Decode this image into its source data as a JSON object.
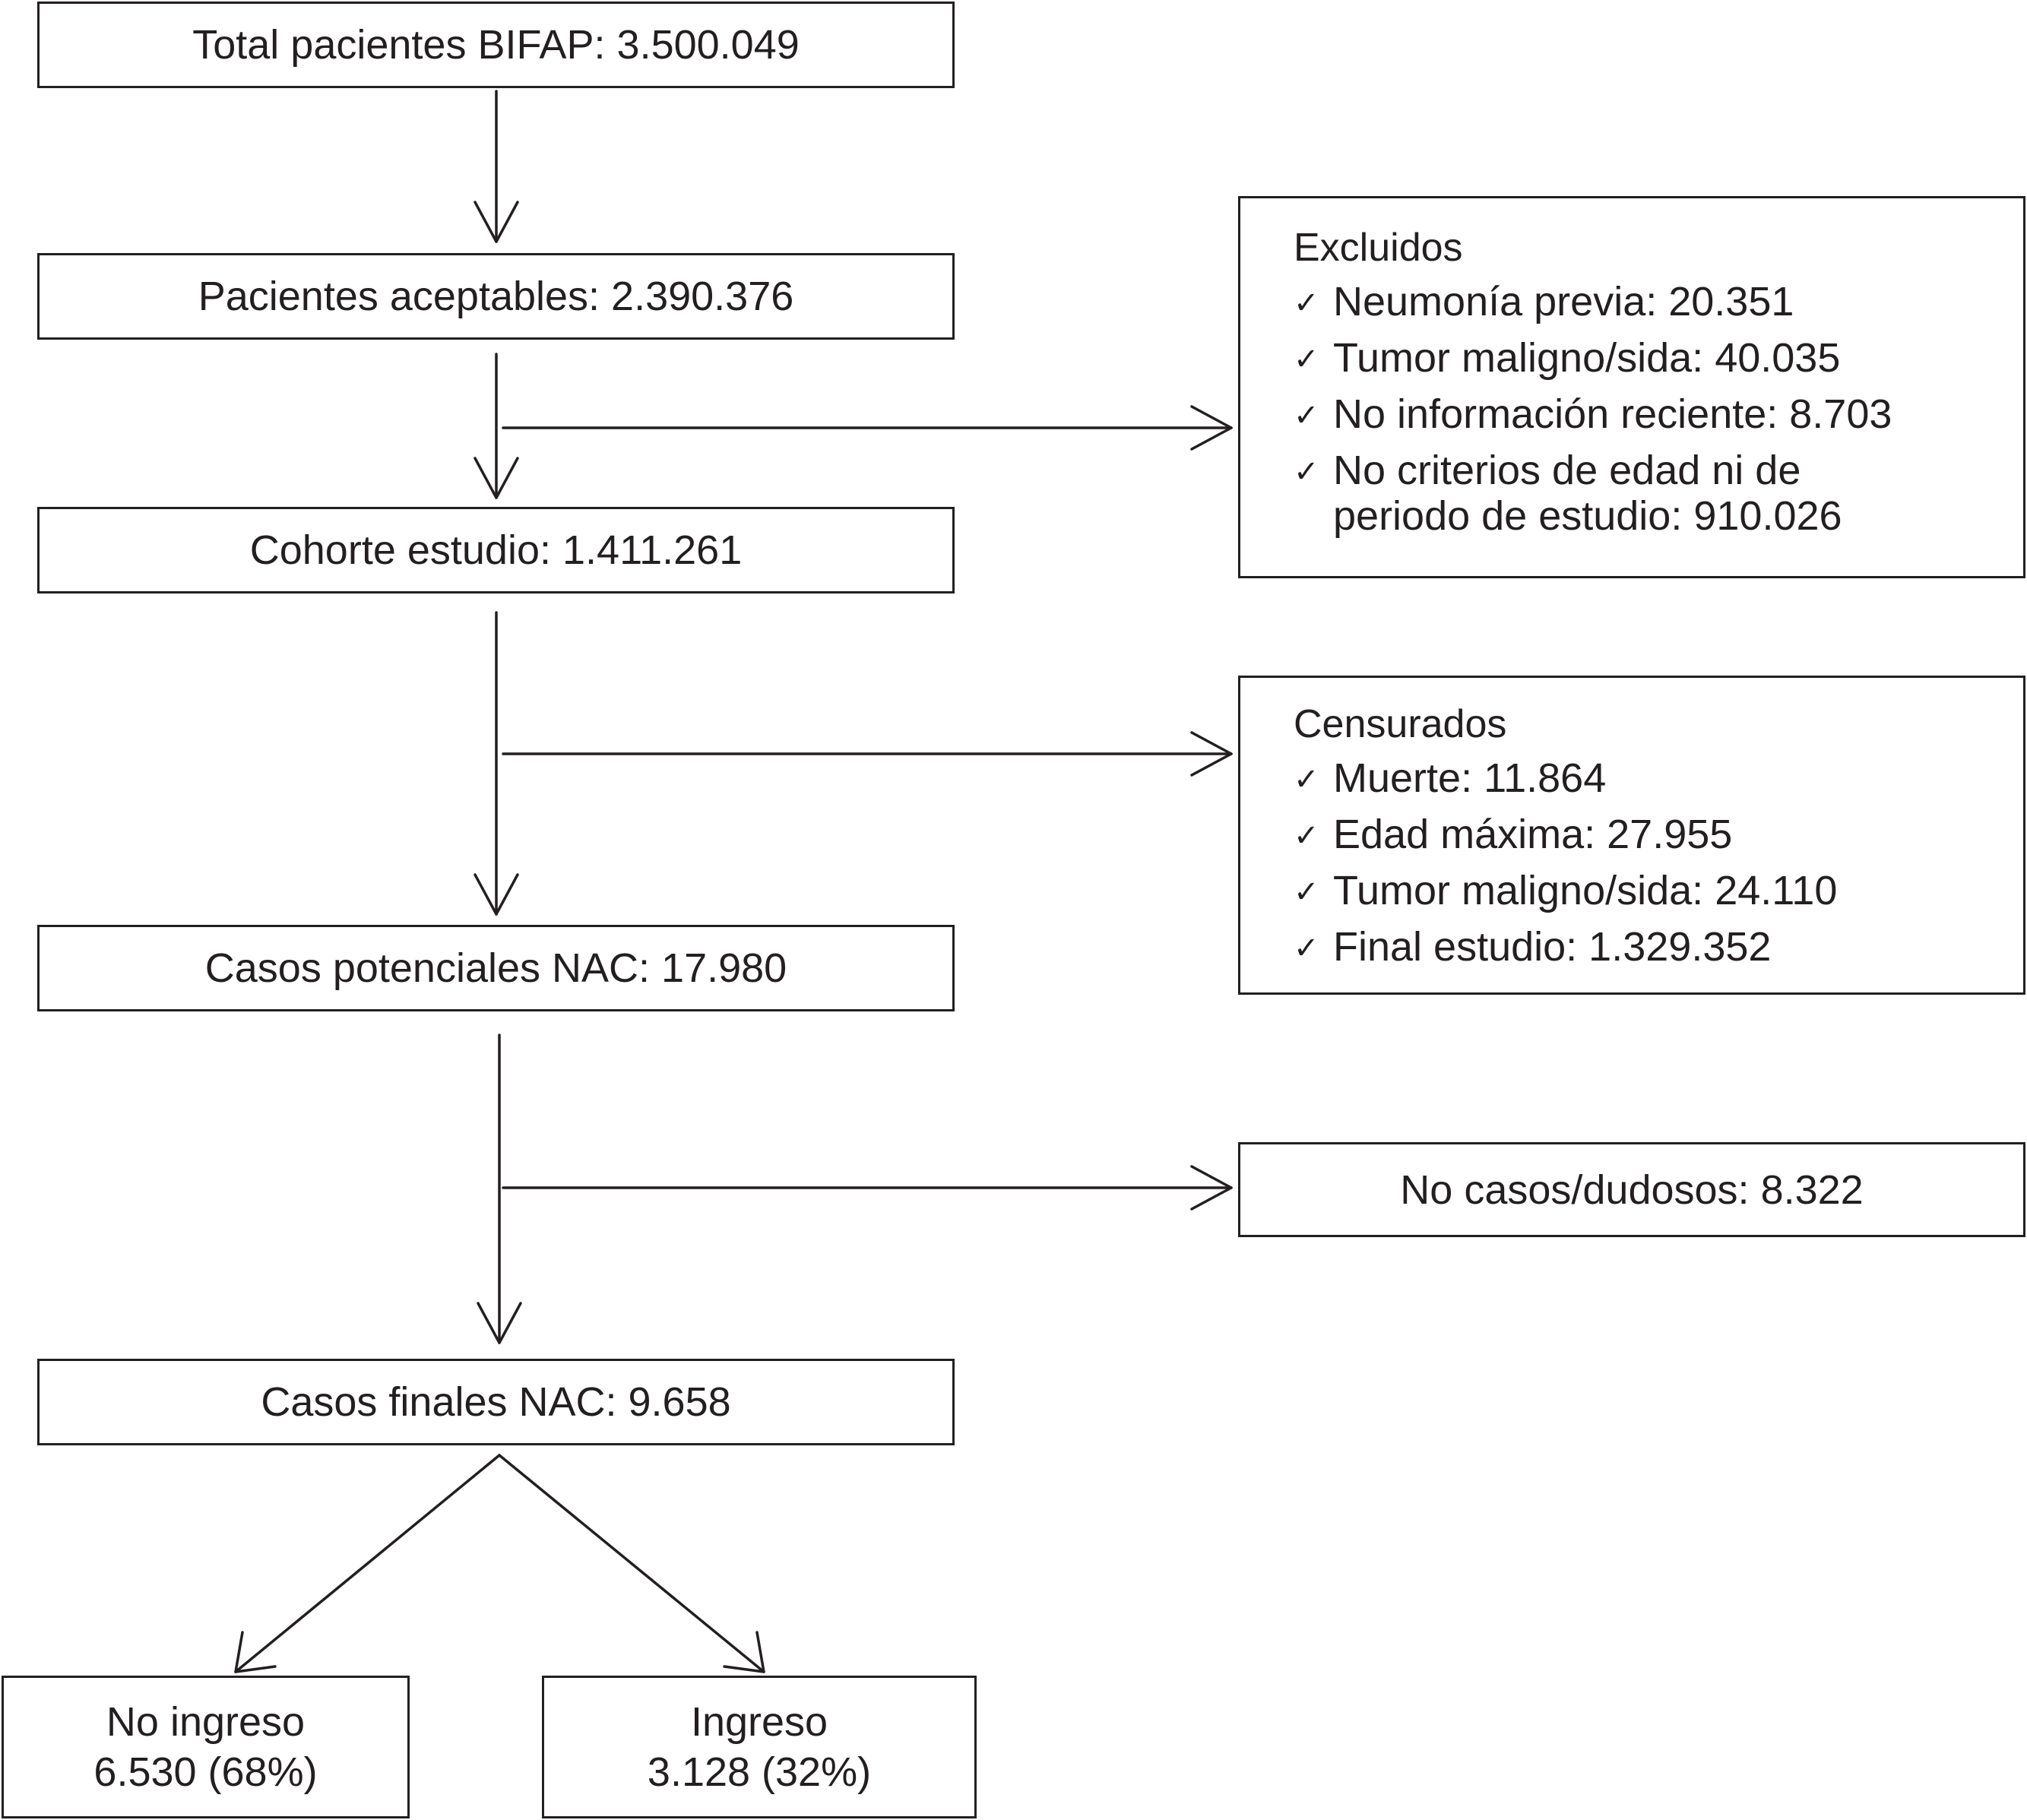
{
  "total": "Total pacientes BIFAP: 3.500.049",
  "aceptables": "Pacientes aceptables: 2.390.376",
  "cohorte": "Cohorte estudio: 1.411.261",
  "potenciales": "Casos potenciales NAC: 17.980",
  "finales": "Casos finales NAC: 9.658",
  "excluidos": {
    "title": "Excluidos",
    "check_icon": "✓",
    "items": [
      {
        "text": "Neumonía previa: 20.351"
      },
      {
        "text": "Tumor maligno/sida: 40.035"
      },
      {
        "text": "No información reciente: 8.703"
      },
      {
        "line1": "No criterios de edad ni de",
        "line2": "periodo de estudio: 910.026"
      }
    ]
  },
  "censurados": {
    "title": "Censurados",
    "check_icon": "✓",
    "items": [
      {
        "text": "Muerte: 11.864"
      },
      {
        "text": "Edad máxima: 27.955"
      },
      {
        "text": "Tumor maligno/sida: 24.110"
      },
      {
        "text": "Final estudio: 1.329.352"
      }
    ]
  },
  "no_casos": "No casos/dudosos: 8.322",
  "no_ingreso": {
    "label": "No ingreso",
    "value": "6.530 (68%)"
  },
  "ingreso": {
    "label": "Ingreso",
    "value": "3.128 (32%)"
  }
}
